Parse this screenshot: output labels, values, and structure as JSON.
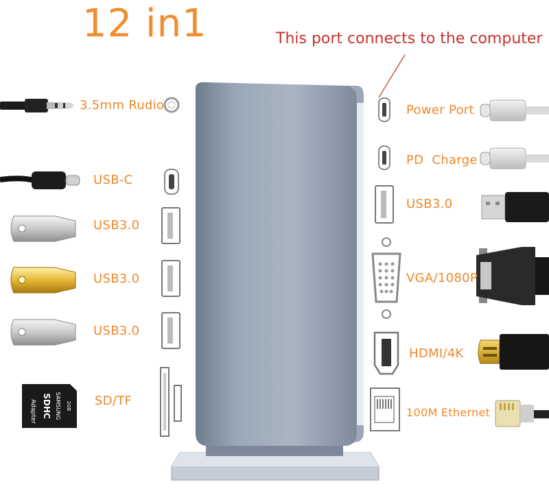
{
  "title": "12 in1",
  "note": "This port connects to the computer",
  "ports_left": [
    {
      "label": "3.5mm Rudio",
      "icon": "audio-jack-icon"
    },
    {
      "label": "USB-C",
      "icon": "usb-c-port-icon"
    },
    {
      "label": "USB3.0",
      "icon": "usb-a-port-icon"
    },
    {
      "label": "USB3.0",
      "icon": "usb-a-port-icon"
    },
    {
      "label": "USB3.0",
      "icon": "usb-a-port-icon"
    },
    {
      "label": "SD/TF",
      "icon": "sd-tf-slot-icon"
    }
  ],
  "ports_right": [
    {
      "label": "Power Port",
      "icon": "usb-c-port-icon"
    },
    {
      "label": "PD  Charge",
      "icon": "usb-c-port-icon"
    },
    {
      "label": "USB3.0",
      "icon": "usb-a-port-icon"
    },
    {
      "label": "VGA/1080P",
      "icon": "vga-port-icon"
    },
    {
      "label": "HDMI/4K",
      "icon": "hdmi-port-icon"
    },
    {
      "label": "100M Ethernet",
      "icon": "ethernet-port-icon"
    }
  ],
  "sd_card": {
    "brand": "SAMSUNG",
    "side": "Adapter",
    "type": "SDHC",
    "size": "2GB"
  },
  "colors": {
    "accent": "#f0882a",
    "note": "#c9302c",
    "hub": "#8c99a9"
  }
}
